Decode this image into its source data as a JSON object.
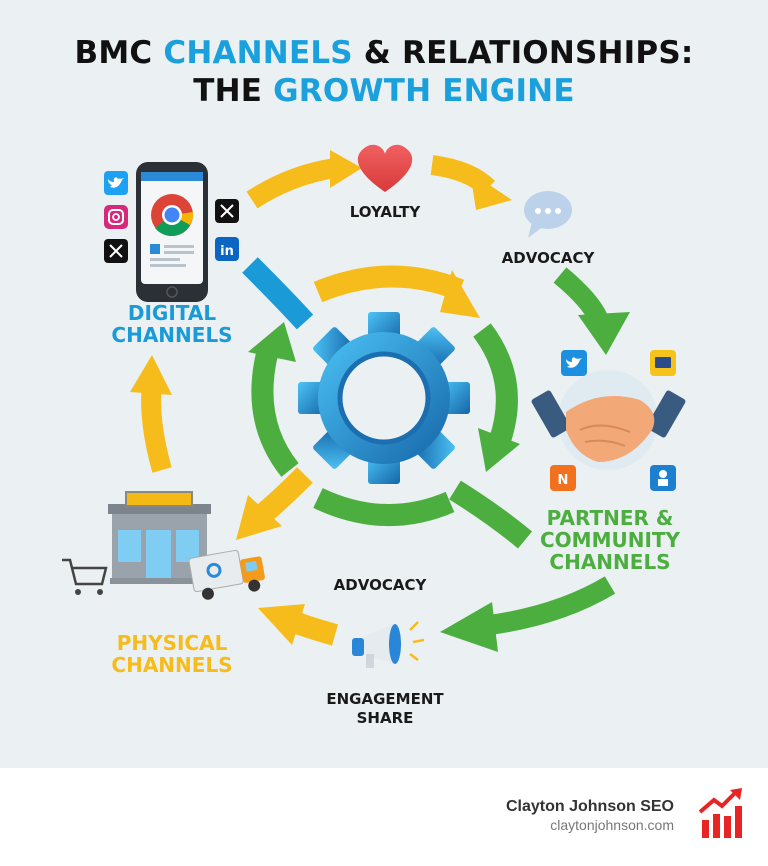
{
  "title": {
    "line1_part1": "BMC ",
    "line1_accent": "CHANNELS",
    "line1_part2": " & RELATIONSHIPS:",
    "line2_part1": "THE ",
    "line2_accent": "GROWTH ENGINE"
  },
  "nodes": {
    "digital": {
      "label_line1": "DIGITAL",
      "label_line2": "CHANNELS",
      "color": "#1a9ad6"
    },
    "partner": {
      "label_line1": "PARTNER &",
      "label_line2": "COMMUNITY",
      "label_line3": "CHANNELS",
      "color": "#4cae3f"
    },
    "physical": {
      "label_line1": "PHYSICAL",
      "label_line2": "CHANNELS",
      "color": "#f6bc1b"
    },
    "center": {
      "icon": "gear-icon",
      "color": "#2a9ee0"
    }
  },
  "stages": {
    "loyalty": {
      "label": "LOYALTY",
      "icon": "heart-icon"
    },
    "advocacy_top": {
      "label": "ADVOCACY",
      "icon": "chat-bubble-icon"
    },
    "advocacy_bottom": {
      "label": "ADVOCACY"
    },
    "engagement": {
      "label_line1": "ENGAGEMENT",
      "label_line2": "SHARE",
      "icon": "megaphone-icon"
    }
  },
  "colors": {
    "yellow": "#f6bc1b",
    "green": "#4cae3f",
    "blue": "#1a9ad6",
    "background": "#ebf0f2"
  },
  "footer": {
    "brand_name": "Clayton Johnson SEO",
    "brand_url": "claytonjohnson.com",
    "logo_icon": "growth-chart-icon",
    "logo_color": "#e82424"
  }
}
